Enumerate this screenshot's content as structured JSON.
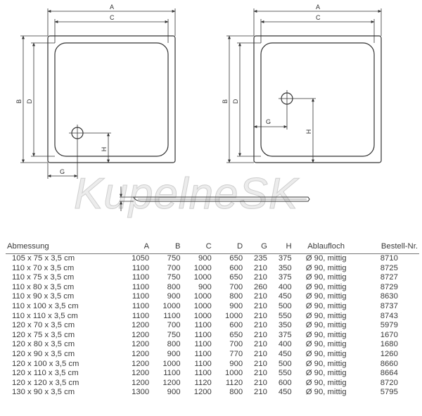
{
  "diagram": {
    "labels": {
      "a": "A",
      "b": "B",
      "c": "C",
      "d": "D",
      "g": "G",
      "h": "H"
    },
    "watermark": "KupelneSK"
  },
  "table": {
    "headers": [
      "Abmessung",
      "A",
      "B",
      "C",
      "D",
      "G",
      "H",
      "Ablaufloch",
      "Bestell-Nr."
    ],
    "rows": [
      [
        "105 x 75 x 3,5 cm",
        "1050",
        "750",
        "900",
        "650",
        "235",
        "375",
        "Ø 90, mittig",
        "8710"
      ],
      [
        "110 x 70 x 3,5 cm",
        "1100",
        "700",
        "1000",
        "600",
        "210",
        "350",
        "Ø 90, mittig",
        "8725"
      ],
      [
        "110 x 75 x 3,5 cm",
        "1100",
        "750",
        "1000",
        "650",
        "210",
        "375",
        "Ø 90, mittig",
        "8727"
      ],
      [
        "110 x 80 x 3,5 cm",
        "1100",
        "800",
        "900",
        "700",
        "260",
        "400",
        "Ø 90, mittig",
        "8729"
      ],
      [
        "110 x 90 x 3,5 cm",
        "1100",
        "900",
        "1000",
        "800",
        "210",
        "450",
        "Ø 90, mittig",
        "8630"
      ],
      [
        "110 x 100 x 3,5 cm",
        "1100",
        "1000",
        "1000",
        "900",
        "210",
        "500",
        "Ø 90, mittig",
        "8737"
      ],
      [
        "110 x 110 x 3,5 cm",
        "1100",
        "1100",
        "1000",
        "1000",
        "210",
        "550",
        "Ø 90, mittig",
        "8743"
      ],
      [
        "120 x 70 x 3,5 cm",
        "1200",
        "700",
        "1100",
        "600",
        "210",
        "350",
        "Ø 90, mittig",
        "5979"
      ],
      [
        "120 x 75 x 3,5 cm",
        "1200",
        "750",
        "1100",
        "650",
        "210",
        "375",
        "Ø 90, mittig",
        "1670"
      ],
      [
        "120 x 80 x 3,5 cm",
        "1200",
        "800",
        "1100",
        "700",
        "210",
        "400",
        "Ø 90, mittig",
        "1680"
      ],
      [
        "120 x 90 x 3,5 cm",
        "1200",
        "900",
        "1100",
        "770",
        "210",
        "450",
        "Ø 90, mittig",
        "1260"
      ],
      [
        "120 x 100 x 3,5 cm",
        "1200",
        "1000",
        "1100",
        "900",
        "210",
        "500",
        "Ø 90, mittig",
        "8660"
      ],
      [
        "120 x 110 x 3,5 cm",
        "1200",
        "1100",
        "1100",
        "1000",
        "210",
        "550",
        "Ø 90, mittig",
        "8664"
      ],
      [
        "120 x 120 x 3,5 cm",
        "1200",
        "1200",
        "1120",
        "1120",
        "210",
        "600",
        "Ø 90, mittig",
        "8720"
      ],
      [
        "130 x 90 x 3,5 cm",
        "1300",
        "900",
        "1200",
        "800",
        "210",
        "450",
        "Ø 90, mittig",
        "5795"
      ]
    ]
  }
}
